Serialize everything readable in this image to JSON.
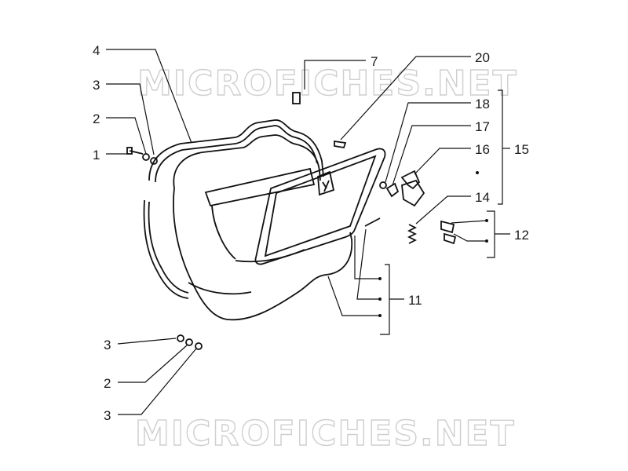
{
  "watermark": {
    "top": "MICROFICHES.NET",
    "bottom": "MICROFICHES.NET"
  },
  "callouts": {
    "c4": "4",
    "c3a": "3",
    "c2a": "2",
    "c1": "1",
    "c7": "7",
    "c20": "20",
    "c18": "18",
    "c17": "17",
    "c16": "16",
    "c15": "15",
    "c14": "14",
    "c12": "12",
    "c11": "11",
    "c3b": "3",
    "c2b": "2",
    "c3c": "3"
  }
}
